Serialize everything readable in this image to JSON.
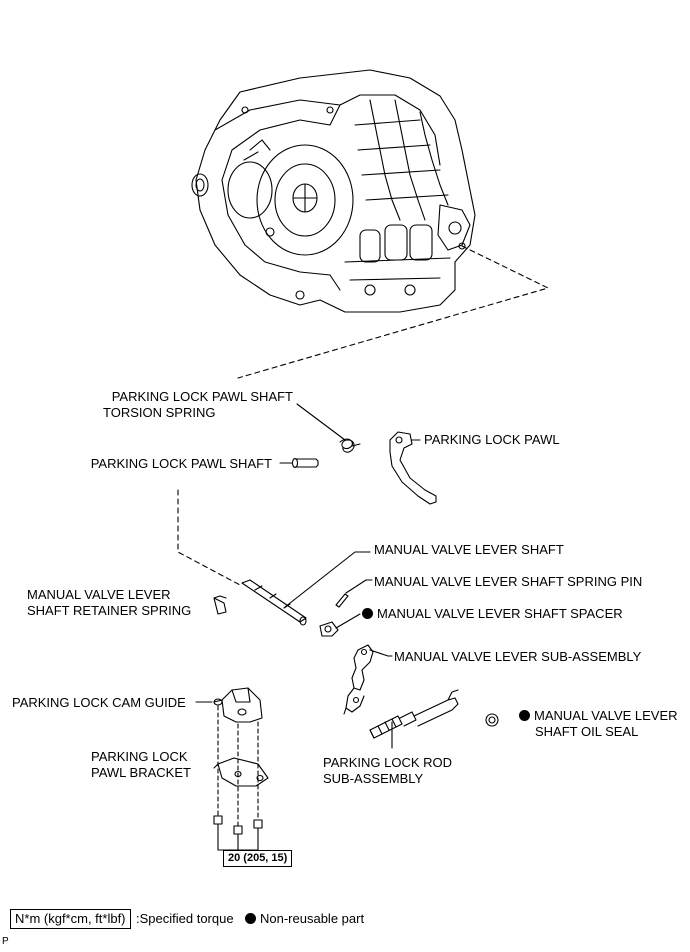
{
  "labels": {
    "torsion_spring_1": "PARKING LOCK PAWL SHAFT",
    "torsion_spring_2": "TORSION SPRING",
    "pawl": "PARKING LOCK PAWL",
    "pawl_shaft": "PARKING LOCK PAWL SHAFT",
    "lever_shaft": "MANUAL VALVE LEVER SHAFT",
    "spring_pin": "MANUAL VALVE LEVER SHAFT SPRING PIN",
    "retainer_1": "MANUAL VALVE LEVER",
    "retainer_2": "SHAFT RETAINER SPRING",
    "spacer": "MANUAL VALVE LEVER SHAFT SPACER",
    "lever_sub": "MANUAL VALVE LEVER SUB-ASSEMBLY",
    "cam_guide": "PARKING LOCK CAM GUIDE",
    "oil_seal_1": "MANUAL VALVE LEVER",
    "oil_seal_2": "SHAFT OIL SEAL",
    "bracket_1": "PARKING LOCK",
    "bracket_2": "PAWL BRACKET",
    "rod_1": "PARKING LOCK ROD",
    "rod_2": "SUB-ASSEMBLY"
  },
  "torque_value": "20 (205, 15)",
  "legend": {
    "unit_box": "N*m (kgf*cm, ft*lbf)",
    "specified": ":Specified torque",
    "nonreusable": "Non-reusable part"
  },
  "footer_code": "P"
}
